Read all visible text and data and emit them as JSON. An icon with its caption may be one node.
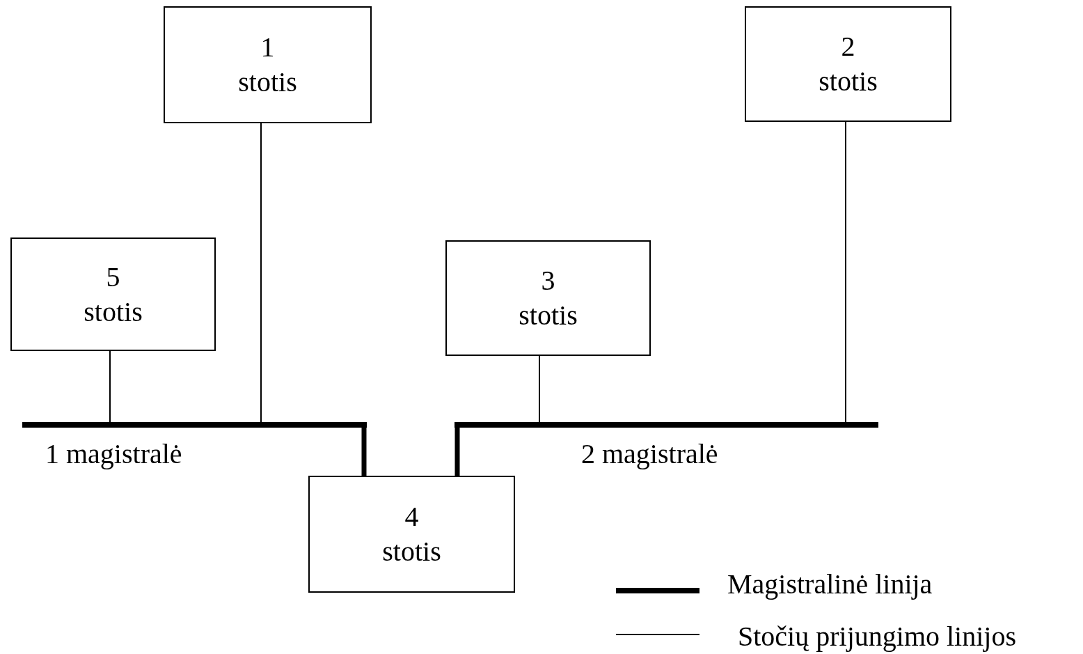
{
  "diagram": {
    "nodes": [
      {
        "text": [
          "1 stotis"
        ]
      },
      {
        "text": [
          "2 stotis"
        ]
      },
      {
        "text": [
          "5 stotis"
        ]
      },
      {
        "text": [
          "3 stotis"
        ]
      },
      {
        "text": [],
        "shape": "bar",
        "beside": [
          "1 magistralė"
        ]
      },
      {
        "text": [],
        "shape": "bar",
        "beside": [
          "2 magistralė"
        ]
      },
      {
        "text": [
          "4 stotis"
        ]
      }
    ],
    "edges": [
      {
        "from": 2,
        "to": 4,
        "arrow": "none"
      },
      {
        "from": 0,
        "to": 4,
        "arrow": "none"
      },
      {
        "from": 3,
        "to": 5,
        "arrow": "none"
      },
      {
        "from": 1,
        "to": 5,
        "arrow": "none"
      },
      {
        "from": 4,
        "to": 6,
        "arrow": "none",
        "style": "thick"
      },
      {
        "from": 5,
        "to": 6,
        "arrow": "none",
        "style": "thick"
      }
    ],
    "legend": [
      {
        "text": "Magistralinė linija"
      },
      {
        "text": "Stočių prijungimo linijos"
      }
    ]
  }
}
